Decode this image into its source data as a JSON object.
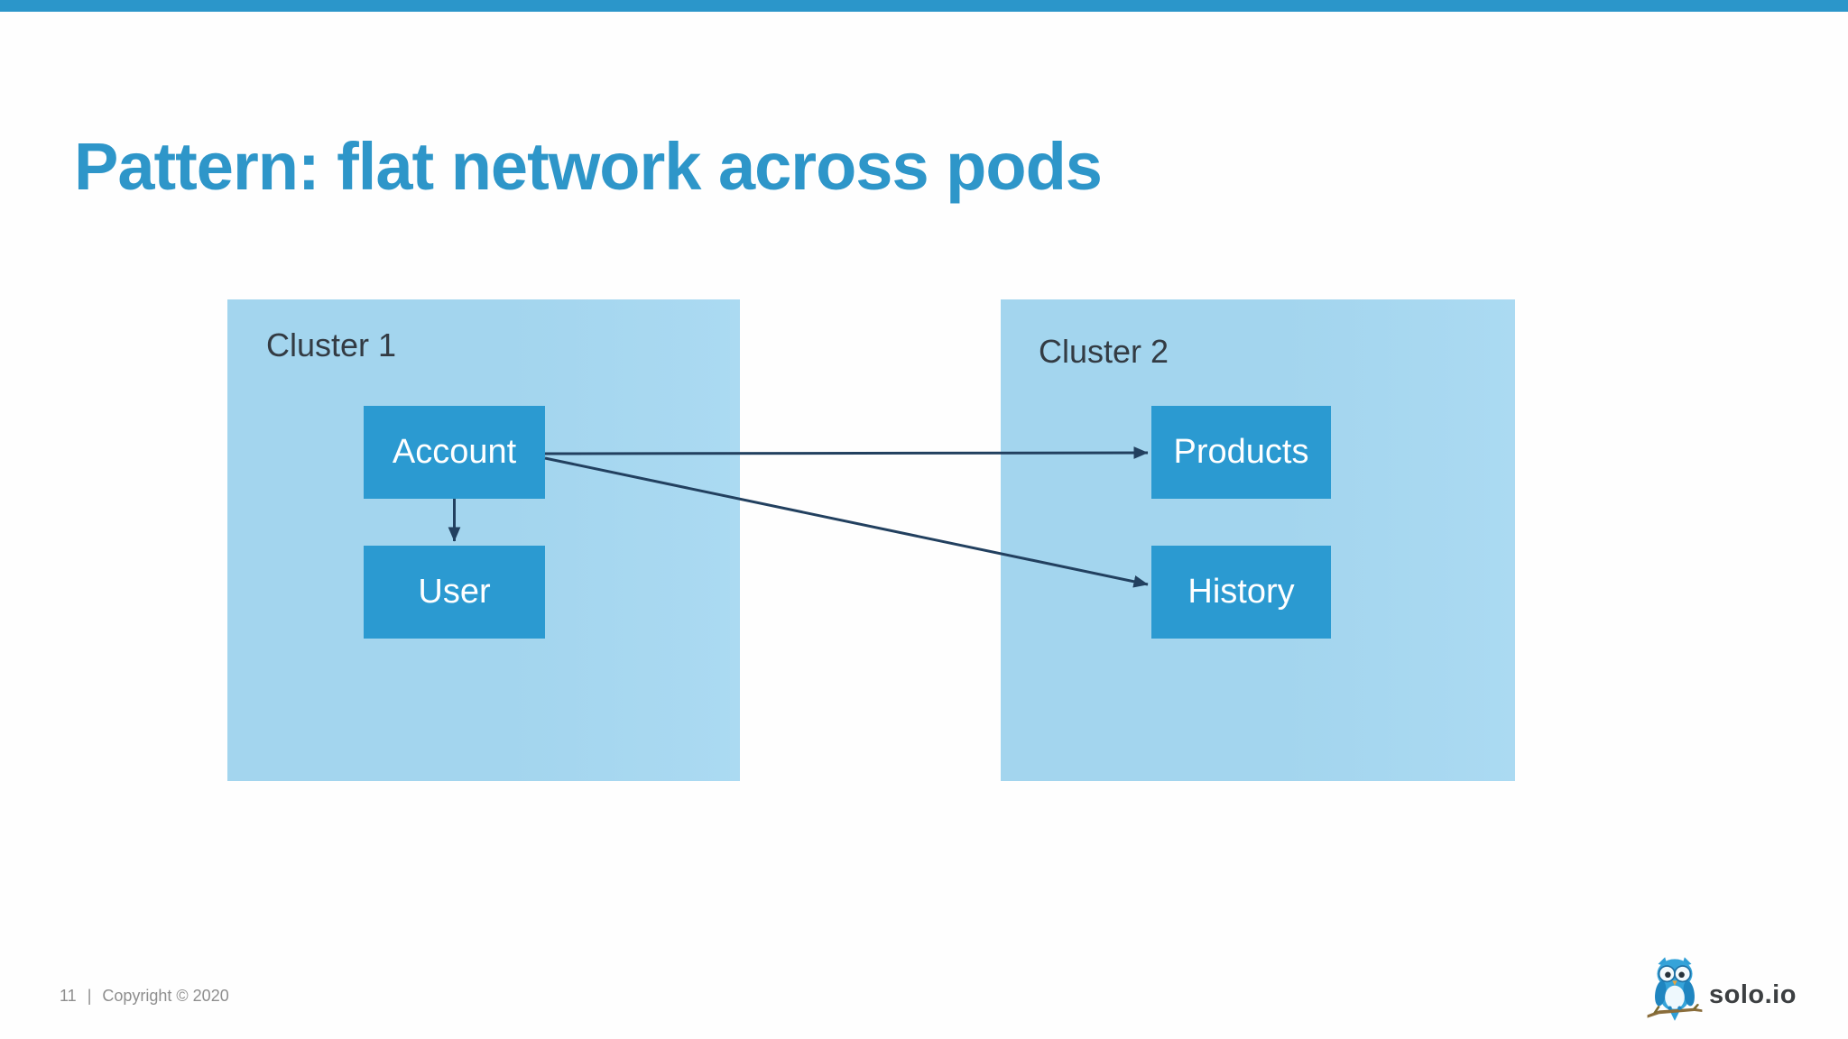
{
  "slide": {
    "title": "Pattern: flat network across pods",
    "page_number": "11",
    "footer_separator": "|",
    "copyright": "Copyright © 2020",
    "brand": "solo.io"
  },
  "diagram": {
    "clusters": [
      {
        "label": "Cluster 1",
        "services": [
          "Account",
          "User"
        ]
      },
      {
        "label": "Cluster 2",
        "services": [
          "Products",
          "History"
        ]
      }
    ],
    "connections": [
      {
        "from": "Account",
        "to": "User"
      },
      {
        "from": "Account",
        "to": "Products"
      },
      {
        "from": "Account",
        "to": "History"
      }
    ]
  },
  "colors": {
    "accent_bar": "#2b96ca",
    "title": "#2e96c9",
    "cluster_fill": "#a3d5ee",
    "service_fill": "#2b9ad1",
    "arrow": "#22405f",
    "cluster_label": "#333b43",
    "footer_text": "#8e8e8e",
    "brand_text": "#3c3f41"
  }
}
